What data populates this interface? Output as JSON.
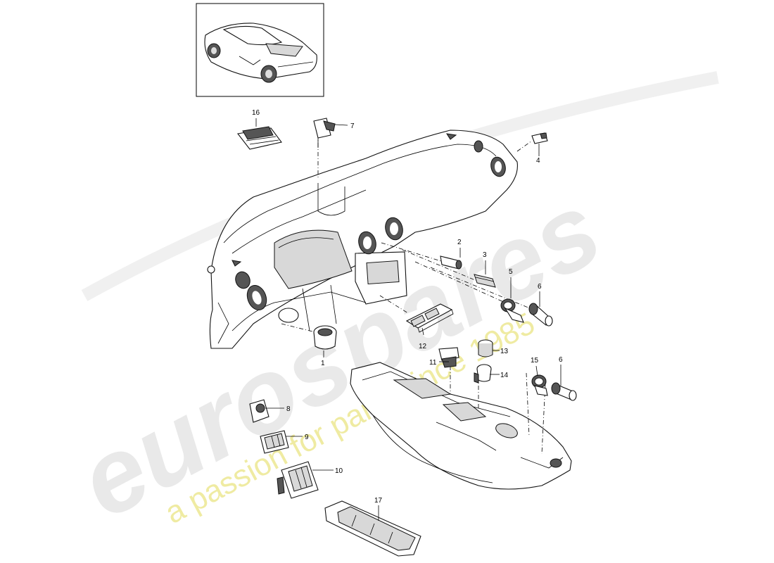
{
  "watermark": {
    "brand": "eurospares",
    "tagline": "a passion for parts since 1985"
  },
  "callouts": {
    "c1": "1",
    "c2": "2",
    "c3": "3",
    "c4": "4",
    "c5": "5",
    "c6a": "6",
    "c6b": "6",
    "c7": "7",
    "c8": "8",
    "c9": "9",
    "c10": "10",
    "c11": "11",
    "c12": "12",
    "c13": "13",
    "c14": "14",
    "c15": "15",
    "c16": "16",
    "c17": "17"
  },
  "icons": {
    "thumbnail": "car-thumbnail-icon",
    "dashboard": "dashboard-assembly-icon",
    "console": "center-console-icon"
  }
}
